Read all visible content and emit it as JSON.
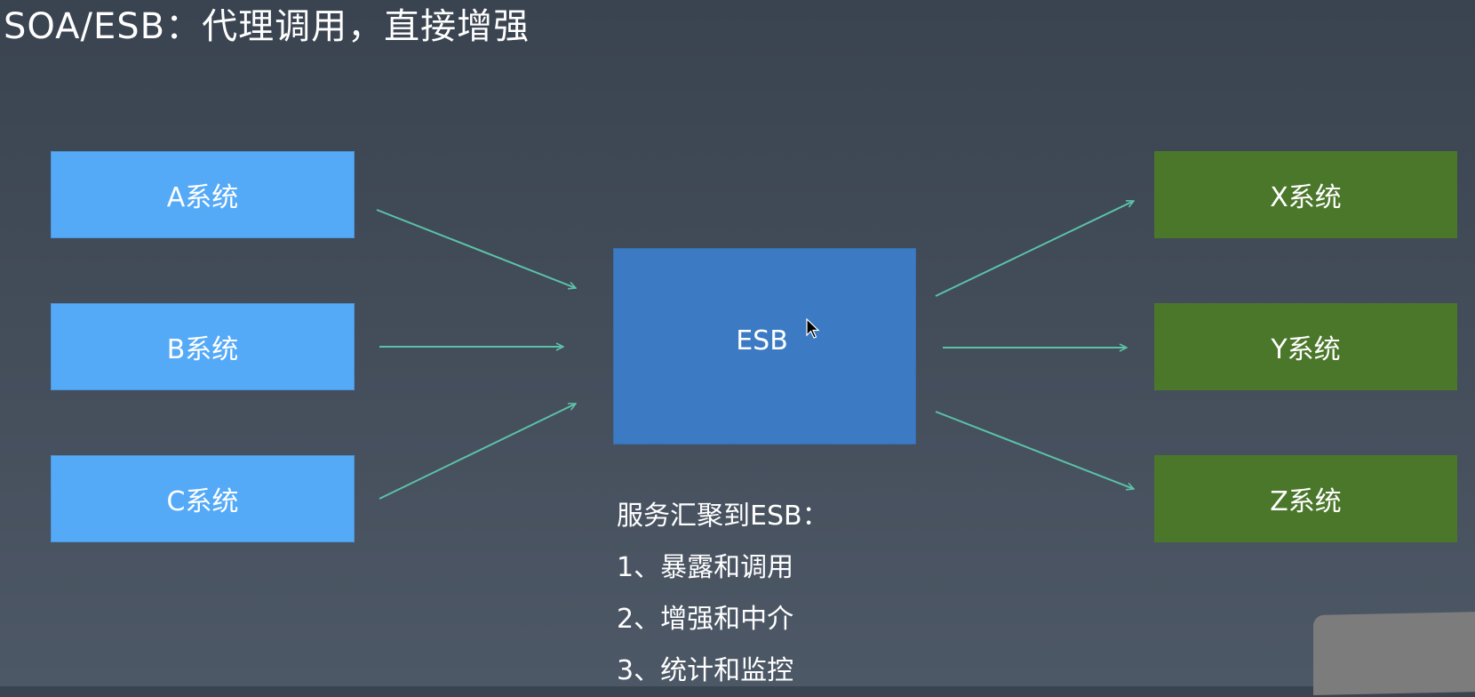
{
  "title": "SOA/ESB：代理调用，直接增强",
  "sources": [
    {
      "label": "A系统"
    },
    {
      "label": "B系统"
    },
    {
      "label": "C系统"
    }
  ],
  "hub": {
    "label": "ESB"
  },
  "targets": [
    {
      "label": "X系统"
    },
    {
      "label": "Y系统"
    },
    {
      "label": "Z系统"
    }
  ],
  "notes": {
    "heading": "服务汇聚到ESB：",
    "items": [
      "1、暴露和调用",
      "2、增强和中介",
      "3、统计和监控"
    ]
  },
  "colors": {
    "source_box": "#55aaf7",
    "hub_box": "#3c7bc3",
    "target_box": "#4b772b",
    "arrow": "#5bc2a8",
    "background_top": "#3a4350",
    "background_bottom": "#4d5866"
  }
}
